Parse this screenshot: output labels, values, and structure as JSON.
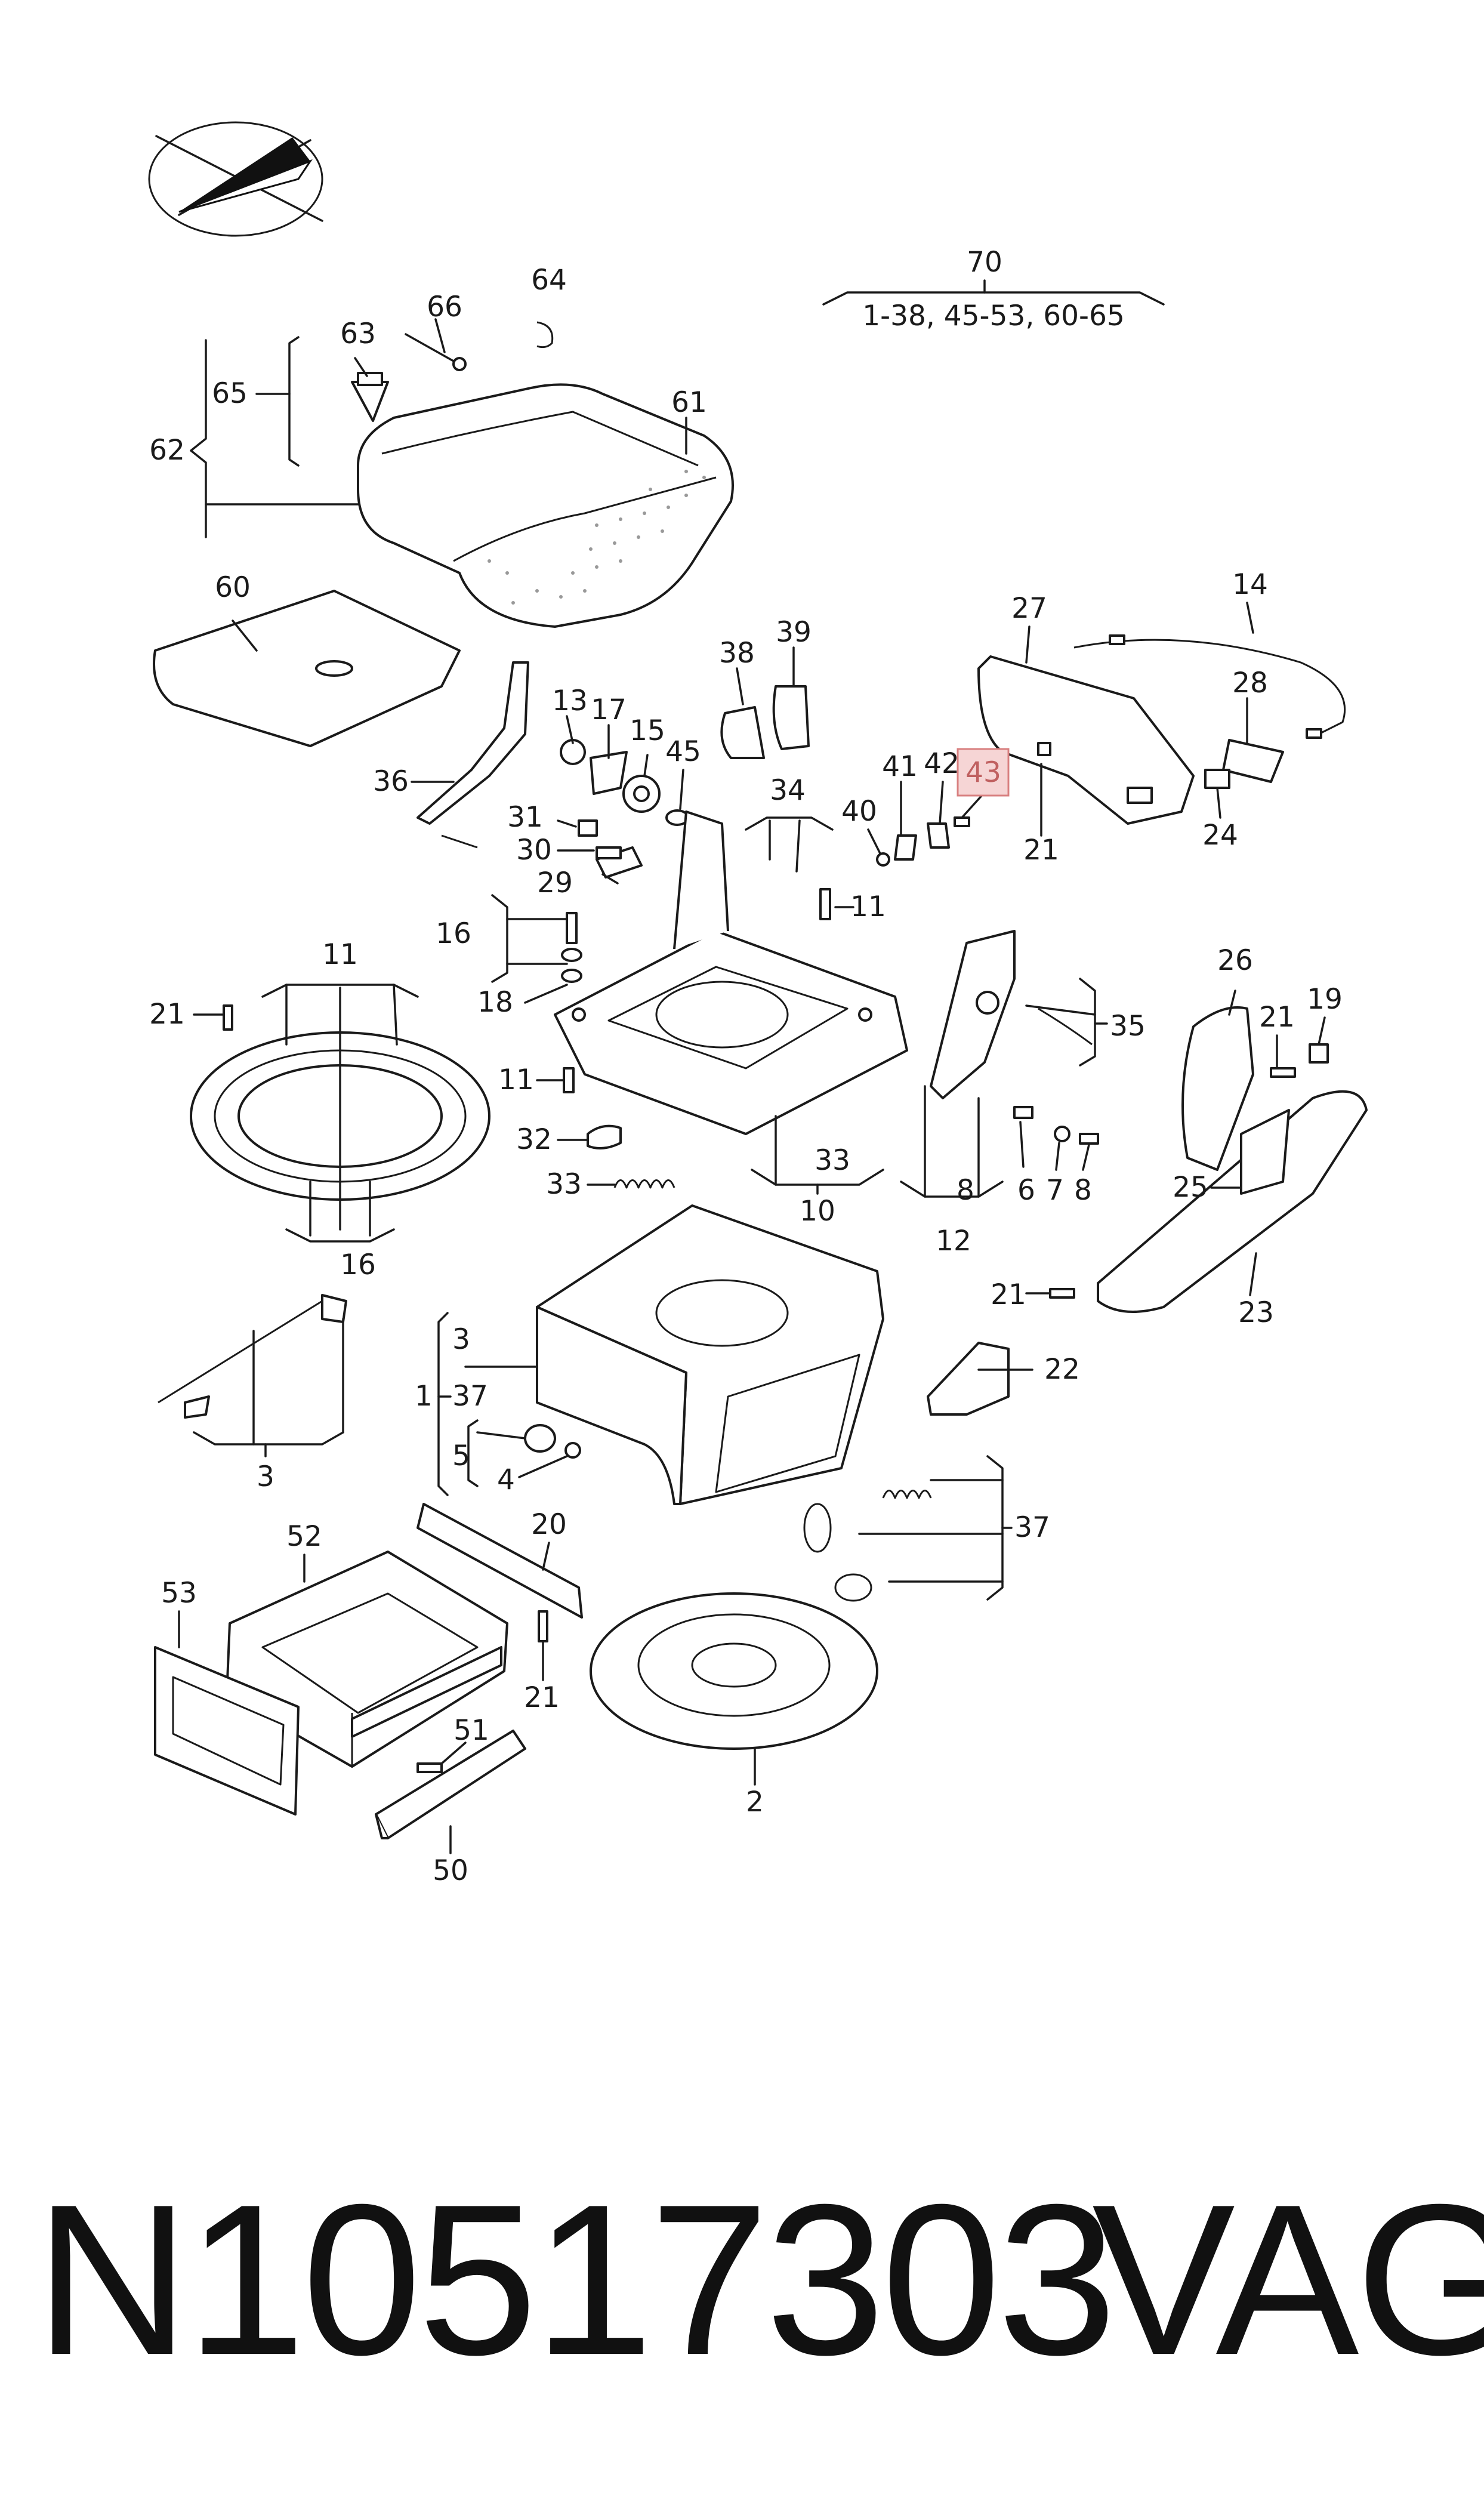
{
  "diagram": {
    "group_label": {
      "number": "70",
      "range": "1-38, 45-53, 60-65"
    },
    "callouts": [
      {
        "id": "64",
        "text": "64"
      },
      {
        "id": "66",
        "text": "66"
      },
      {
        "id": "63",
        "text": "63"
      },
      {
        "id": "65",
        "text": "65"
      },
      {
        "id": "62",
        "text": "62"
      },
      {
        "id": "61",
        "text": "61"
      },
      {
        "id": "60",
        "text": "60"
      },
      {
        "id": "27",
        "text": "27"
      },
      {
        "id": "14",
        "text": "14"
      },
      {
        "id": "38",
        "text": "38"
      },
      {
        "id": "39",
        "text": "39"
      },
      {
        "id": "28",
        "text": "28"
      },
      {
        "id": "13",
        "text": "13"
      },
      {
        "id": "17",
        "text": "17"
      },
      {
        "id": "15",
        "text": "15"
      },
      {
        "id": "45",
        "text": "45"
      },
      {
        "id": "36",
        "text": "36"
      },
      {
        "id": "41",
        "text": "41"
      },
      {
        "id": "42",
        "text": "42"
      },
      {
        "id": "43",
        "text": "43",
        "highlighted": true
      },
      {
        "id": "34",
        "text": "34"
      },
      {
        "id": "40",
        "text": "40"
      },
      {
        "id": "21a",
        "text": "21"
      },
      {
        "id": "24",
        "text": "24"
      },
      {
        "id": "31",
        "text": "31"
      },
      {
        "id": "30",
        "text": "30"
      },
      {
        "id": "29",
        "text": "29"
      },
      {
        "id": "11a",
        "text": "11"
      },
      {
        "id": "16a",
        "text": "16"
      },
      {
        "id": "18",
        "text": "18"
      },
      {
        "id": "11b",
        "text": "11"
      },
      {
        "id": "21b",
        "text": "21"
      },
      {
        "id": "26",
        "text": "26"
      },
      {
        "id": "21c",
        "text": "21"
      },
      {
        "id": "19",
        "text": "19"
      },
      {
        "id": "35",
        "text": "35"
      },
      {
        "id": "11c",
        "text": "11"
      },
      {
        "id": "32",
        "text": "32"
      },
      {
        "id": "33a",
        "text": "33"
      },
      {
        "id": "33b",
        "text": "33"
      },
      {
        "id": "10",
        "text": "10"
      },
      {
        "id": "8a",
        "text": "8"
      },
      {
        "id": "12",
        "text": "12"
      },
      {
        "id": "6",
        "text": "6"
      },
      {
        "id": "7",
        "text": "7"
      },
      {
        "id": "8b",
        "text": "8"
      },
      {
        "id": "25",
        "text": "25"
      },
      {
        "id": "16b",
        "text": "16"
      },
      {
        "id": "21d",
        "text": "21"
      },
      {
        "id": "23",
        "text": "23"
      },
      {
        "id": "3a",
        "text": "3"
      },
      {
        "id": "1",
        "text": "1"
      },
      {
        "id": "37a",
        "text": "37"
      },
      {
        "id": "22",
        "text": "22"
      },
      {
        "id": "5",
        "text": "5"
      },
      {
        "id": "4",
        "text": "4"
      },
      {
        "id": "3b",
        "text": "3"
      },
      {
        "id": "20",
        "text": "20"
      },
      {
        "id": "37b",
        "text": "37"
      },
      {
        "id": "52",
        "text": "52"
      },
      {
        "id": "53",
        "text": "53"
      },
      {
        "id": "21e",
        "text": "21"
      },
      {
        "id": "51",
        "text": "51"
      },
      {
        "id": "2",
        "text": "2"
      },
      {
        "id": "50",
        "text": "50"
      }
    ]
  },
  "footer": {
    "part_number": "N10517303",
    "brand": "VAG"
  }
}
